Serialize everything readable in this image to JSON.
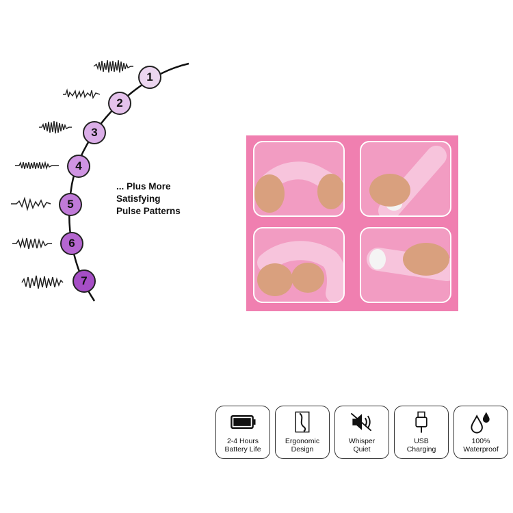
{
  "patterns": {
    "nodes": [
      {
        "label": "1",
        "color": "#ecd6f0"
      },
      {
        "label": "2",
        "color": "#e5c2ec"
      },
      {
        "label": "3",
        "color": "#dbaee8"
      },
      {
        "label": "4",
        "color": "#cf94e2"
      },
      {
        "label": "5",
        "color": "#c07ad8"
      },
      {
        "label": "6",
        "color": "#b566d0"
      },
      {
        "label": "7",
        "color": "#a64ec6"
      }
    ],
    "caption_lines": [
      "... Plus More",
      "Satisfying",
      "Pulse Patterns"
    ]
  },
  "photos": {
    "background_color": "#f07fb0",
    "frame_color": "#ffffff",
    "product_color": "#f7c4dc"
  },
  "features": [
    {
      "icon": "battery-icon",
      "lines": [
        "2-4 Hours",
        "Battery Life"
      ]
    },
    {
      "icon": "ergonomic-curve-icon",
      "lines": [
        "Ergonomic",
        "Design"
      ]
    },
    {
      "icon": "speaker-mute-icon",
      "lines": [
        "Whisper",
        "Quiet"
      ]
    },
    {
      "icon": "usb-plug-icon",
      "lines": [
        "USB",
        "Charging"
      ]
    },
    {
      "icon": "water-drops-icon",
      "lines": [
        "100%",
        "Waterproof"
      ]
    }
  ]
}
